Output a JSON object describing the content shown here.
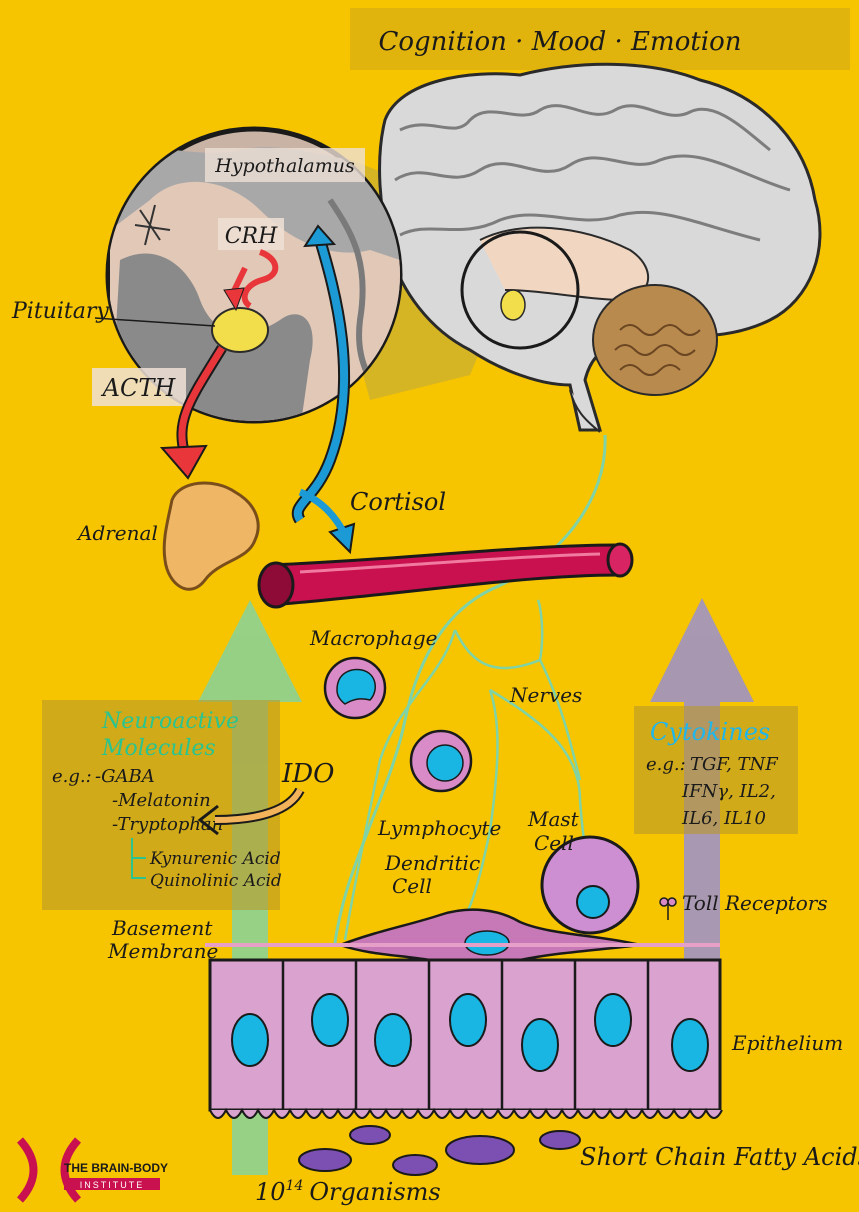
{
  "header": {
    "title": "Cognition · Mood · Emotion"
  },
  "brain": {
    "hypothalamus": "Hypothalamus",
    "crh": "CRH",
    "pituitary": "Pituitary",
    "acth": "ACTH"
  },
  "body": {
    "adrenal": "Adrenal",
    "cortisol": "Cortisol",
    "macrophage": "Macrophage",
    "nerves": "Nerves",
    "lymphocyte": "Lymphocyte",
    "mast_cell_1": "Mast",
    "mast_cell_2": "Cell",
    "dendritic_1": "Dendritic",
    "dendritic_2": "Cell",
    "toll": "Toll Receptors",
    "basement_1": "Basement",
    "basement_2": "Membrane",
    "epithelium": "Epithelium",
    "scfa": "Short Chain Fatty Acids",
    "organisms_base": "10",
    "organisms_exp": "14",
    "organisms_text": "Organisms",
    "ido": "IDO"
  },
  "neuro_box": {
    "title_1": "Neuroactive",
    "title_2": "Molecules",
    "eg": "e.g.:",
    "items": [
      "-GABA",
      "-Melatonin",
      "-Tryptophan"
    ],
    "sub_items": [
      "Kynurenic Acid",
      "Quinolinic Acid"
    ]
  },
  "cytokine_box": {
    "title": "Cytokines",
    "eg": "e.g.:",
    "lines": [
      "TGF, TNF",
      "IFNγ, IL2,",
      "IL6, IL10"
    ]
  },
  "logo": {
    "line1": "THE BRAIN-BODY",
    "line2": "INSTITUTE"
  },
  "colors": {
    "background": "#f6c500",
    "red_arrow": "#e8363b",
    "blue_arrow": "#1b9ad6",
    "green_arrow": "#7fd3a6",
    "purple_arrow": "#9a8fd0",
    "cell_pink": "#d98bc7",
    "cell_blue": "#19b6e3",
    "vessel": "#c8114e",
    "epithelium": "#d9a2cf",
    "neuro_title": "#29c48f",
    "cytokine_title": "#1fb6ec"
  }
}
